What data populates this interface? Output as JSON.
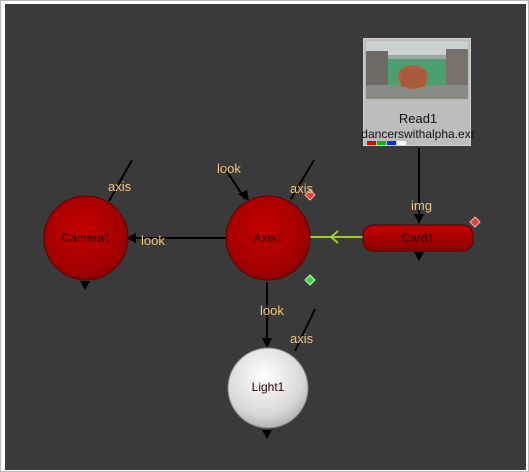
{
  "nodes": {
    "read": {
      "title": "Read1",
      "file": "dancerswithalpha.exr",
      "channel_colors": [
        "#e00000",
        "#00c000",
        "#0030ff",
        "#ffffff"
      ]
    },
    "camera": {
      "title": "Camera1"
    },
    "axis": {
      "title": "Axis1"
    },
    "card": {
      "title": "Card1"
    },
    "light": {
      "title": "Light1"
    }
  },
  "inputs": {
    "camera_axis": "axis",
    "camera_look": "look",
    "axis_look": "look",
    "axis_axis": "axis",
    "card_img": "img",
    "light_look": "look",
    "light_axis": "axis"
  },
  "colors": {
    "background": "#3a3a3a",
    "node_red": "#a00000",
    "node_red_light": "#d01818",
    "input_label": "#f2c57e",
    "selected_pipe": "#9acd32"
  }
}
